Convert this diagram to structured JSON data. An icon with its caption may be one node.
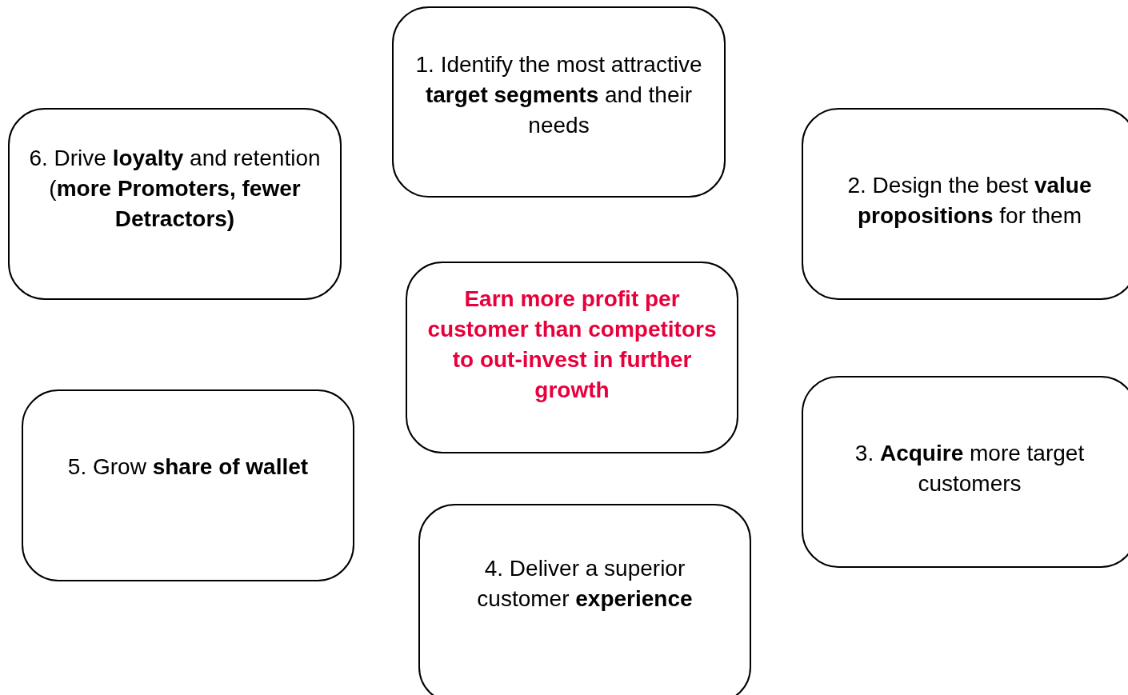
{
  "diagram": {
    "nodes": [
      {
        "text": [
          "1. Identify the most attractive **target segments** and their needs"
        ]
      },
      {
        "text": [
          "6. Drive **loyalty** and retention (**more Promoters, fewer Detractors)**"
        ]
      },
      {
        "text": [
          "2. Design the best **value propositions** for them"
        ]
      },
      {
        "text": [
          "Earn more profit per customer than competitors to out-invest in further growth"
        ]
      },
      {
        "text": [
          "5. Grow **share of wallet**"
        ]
      },
      {
        "text": [
          "3. **Acquire** more target customers"
        ]
      },
      {
        "text": [
          "4. Deliver a superior customer **experience**"
        ]
      }
    ]
  }
}
